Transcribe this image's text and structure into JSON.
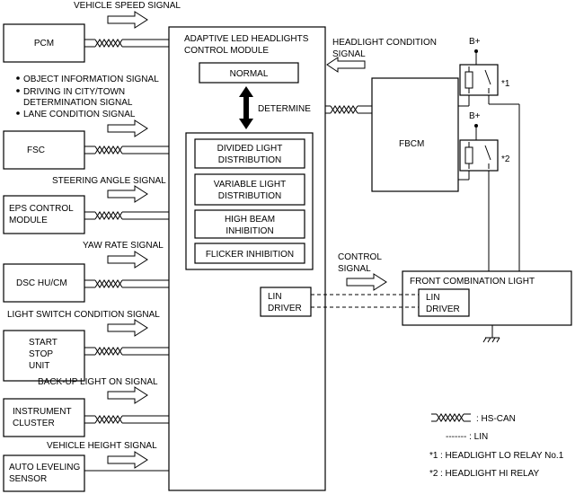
{
  "signals": {
    "vehicle_speed": "VEHICLE SPEED SIGNAL",
    "object_info": "OBJECT INFORMATION SIGNAL",
    "driving_city_1": "DRIVING IN CITY/TOWN",
    "driving_city_2": "DETERMINATION SIGNAL",
    "lane_condition": "LANE CONDITION SIGNAL",
    "steering_angle": "STEERING ANGLE SIGNAL",
    "yaw_rate": "YAW RATE SIGNAL",
    "light_switch": "LIGHT SWITCH CONDITION SIGNAL",
    "backup_light": "BACK-UP LIGHT ON SIGNAL",
    "vehicle_height": "VEHICLE HEIGHT SIGNAL",
    "headlight_condition_1": "HEADLIGHT CONDITION",
    "headlight_condition_2": "SIGNAL",
    "control_1": "CONTROL",
    "control_2": "SIGNAL"
  },
  "modules": {
    "pcm": "PCM",
    "fsc": "FSC",
    "eps_1": "EPS CONTROL",
    "eps_2": "MODULE",
    "dsc": "DSC HU/CM",
    "start_stop_1": "START",
    "start_stop_2": "STOP",
    "start_stop_3": "UNIT",
    "instrument_1": "INSTRUMENT",
    "instrument_2": "CLUSTER",
    "auto_level_1": "AUTO LEVELING",
    "auto_level_2": "SENSOR",
    "fbcm": "FBCM",
    "front_combination": "FRONT COMBINATION LIGHT",
    "lin_driver_1": "LIN",
    "lin_driver_2": "DRIVER"
  },
  "control_module": {
    "title_1": "ADAPTIVE LED HEADLIGHTS",
    "title_2": "CONTROL MODULE",
    "normal": "NORMAL",
    "determine": "DETERMINE",
    "divided_1": "DIVIDED  LIGHT",
    "divided_2": "DISTRIBUTION",
    "variable_1": "VARIABLE LIGHT",
    "variable_2": "DISTRIBUTION",
    "high_beam_1": "HIGH BEAM",
    "high_beam_2": "INHIBITION",
    "flicker": "FLICKER INHIBITION"
  },
  "power": {
    "b_plus": "B+",
    "relay1_mark": "*1",
    "relay2_mark": "*2"
  },
  "legend": {
    "hs_can": ": HS-CAN",
    "lin": "------- : LIN",
    "note1_mark": "*1",
    "note1_text": ": HEADLIGHT LO RELAY No.1",
    "note2_mark": "*2",
    "note2_text": ": HEADLIGHT HI RELAY"
  }
}
